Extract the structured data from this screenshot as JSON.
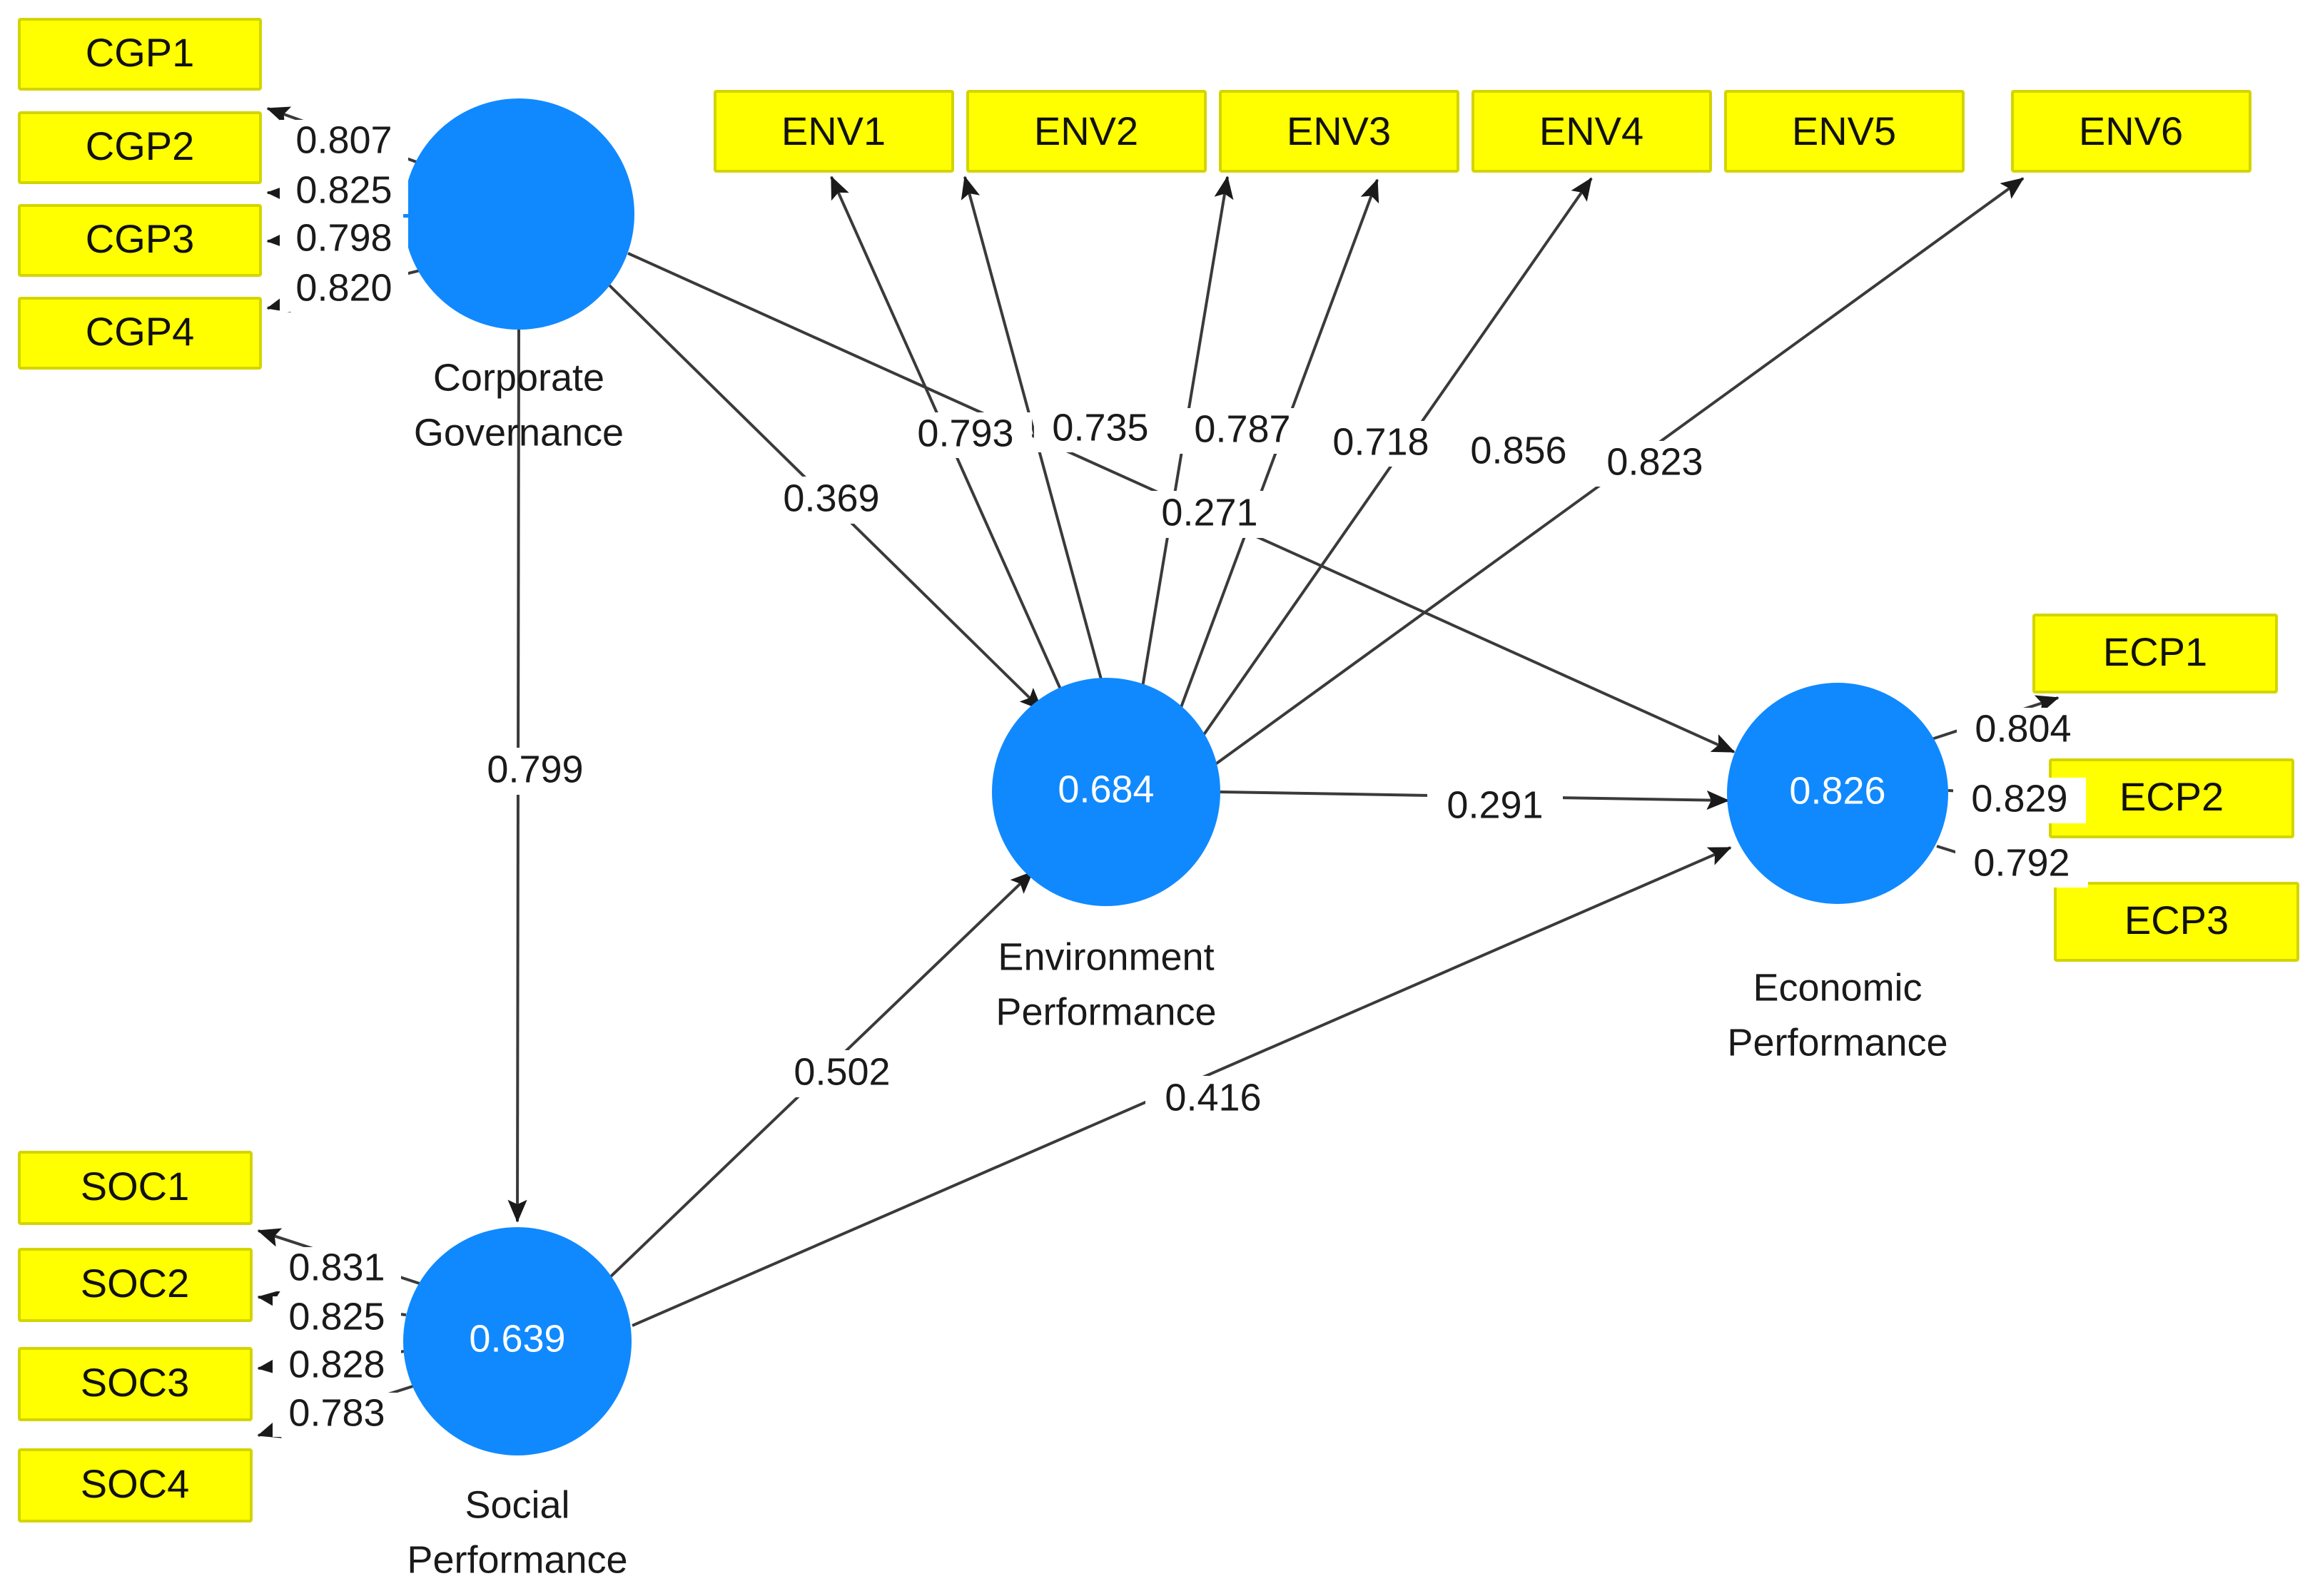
{
  "diagram": {
    "title": "PLS-SEM Structural Model Path Diagram",
    "colors": {
      "indicator_fill": "#ffff00",
      "indicator_border": "#d4d400",
      "construct_fill": "#1089fe",
      "edge": "#3a3a3a",
      "label_text": "#1a1a1a",
      "r2_text": "#ffffff",
      "background": "#ffffff"
    }
  },
  "constructs": [
    {
      "id": "cg",
      "name_line1": "Corporate",
      "name_line2": "Governance",
      "r2": ""
    },
    {
      "id": "env",
      "name_line1": "Environment",
      "name_line2": "Performance",
      "r2": "0.684"
    },
    {
      "id": "soc",
      "name_line1": "Social",
      "name_line2": "Performance",
      "r2": "0.639"
    },
    {
      "id": "ecp",
      "name_line1": "Economic",
      "name_line2": "Performance",
      "r2": "0.826"
    }
  ],
  "indicators": {
    "cgp": [
      {
        "label": "CGP1",
        "loading": "0.807"
      },
      {
        "label": "CGP2",
        "loading": "0.825"
      },
      {
        "label": "CGP3",
        "loading": "0.798"
      },
      {
        "label": "CGP4",
        "loading": "0.820"
      }
    ],
    "env": [
      {
        "label": "ENV1",
        "loading": "0.793"
      },
      {
        "label": "ENV2",
        "loading": "0.735"
      },
      {
        "label": "ENV3",
        "loading": "0.787"
      },
      {
        "label": "ENV4",
        "loading": "0.718"
      },
      {
        "label": "ENV5",
        "loading": "0.856"
      },
      {
        "label": "ENV6",
        "loading": "0.823"
      }
    ],
    "soc": [
      {
        "label": "SOC1",
        "loading": "0.831"
      },
      {
        "label": "SOC2",
        "loading": "0.825"
      },
      {
        "label": "SOC3",
        "loading": "0.828"
      },
      {
        "label": "SOC4",
        "loading": "0.783"
      }
    ],
    "ecp": [
      {
        "label": "ECP1",
        "loading": "0.804"
      },
      {
        "label": "ECP2",
        "loading": "0.829"
      },
      {
        "label": "ECP3",
        "loading": "0.792"
      }
    ]
  },
  "paths": [
    {
      "id": "cg_env",
      "from": "Corporate Governance",
      "to": "Environment Performance",
      "coefficient": "0.369"
    },
    {
      "id": "cg_ecp",
      "from": "Corporate Governance",
      "to": "Economic Performance",
      "coefficient": "0.271"
    },
    {
      "id": "cg_soc",
      "from": "Corporate Governance",
      "to": "Social Performance",
      "coefficient": "0.799"
    },
    {
      "id": "soc_env",
      "from": "Social Performance",
      "to": "Environment Performance",
      "coefficient": "0.502"
    },
    {
      "id": "soc_ecp",
      "from": "Social Performance",
      "to": "Economic Performance",
      "coefficient": "0.416"
    },
    {
      "id": "env_ecp",
      "from": "Environment Performance",
      "to": "Economic Performance",
      "coefficient": "0.291"
    }
  ],
  "chart_data": {
    "type": "diagram",
    "subtype": "pls-sem-path-model",
    "title": "PLS-SEM Structural Model Path Diagram",
    "latent_variables": [
      {
        "name": "Corporate Governance",
        "r_squared": null,
        "indicators": [
          "CGP1",
          "CGP2",
          "CGP3",
          "CGP4"
        ],
        "outer_loadings": [
          0.807,
          0.825,
          0.798,
          0.82
        ]
      },
      {
        "name": "Environment Performance",
        "r_squared": 0.684,
        "indicators": [
          "ENV1",
          "ENV2",
          "ENV3",
          "ENV4",
          "ENV5",
          "ENV6"
        ],
        "outer_loadings": [
          0.793,
          0.735,
          0.787,
          0.718,
          0.856,
          0.823
        ]
      },
      {
        "name": "Social Performance",
        "r_squared": 0.639,
        "indicators": [
          "SOC1",
          "SOC2",
          "SOC3",
          "SOC4"
        ],
        "outer_loadings": [
          0.831,
          0.825,
          0.828,
          0.783
        ]
      },
      {
        "name": "Economic Performance",
        "r_squared": 0.826,
        "indicators": [
          "ECP1",
          "ECP2",
          "ECP3"
        ],
        "outer_loadings": [
          0.804,
          0.829,
          0.792
        ]
      }
    ],
    "structural_paths": [
      {
        "from": "Corporate Governance",
        "to": "Environment Performance",
        "beta": 0.369
      },
      {
        "from": "Corporate Governance",
        "to": "Economic Performance",
        "beta": 0.271
      },
      {
        "from": "Corporate Governance",
        "to": "Social Performance",
        "beta": 0.799
      },
      {
        "from": "Social Performance",
        "to": "Environment Performance",
        "beta": 0.502
      },
      {
        "from": "Social Performance",
        "to": "Economic Performance",
        "beta": 0.416
      },
      {
        "from": "Environment Performance",
        "to": "Economic Performance",
        "beta": 0.291
      }
    ]
  }
}
